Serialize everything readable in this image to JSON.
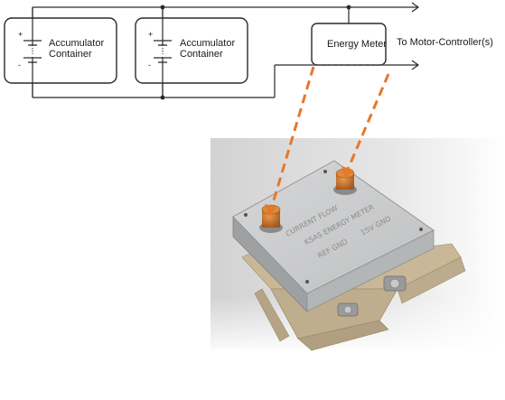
{
  "schematic": {
    "container_left": {
      "line1": "Accumulator",
      "line2": "Container",
      "plus": "+",
      "minus": "-"
    },
    "container_right": {
      "line1": "Accumulator",
      "line2": "Container",
      "plus": "+",
      "minus": "-"
    },
    "energy_meter_label": "Energy Meter",
    "output_label": "To Motor-Controller(s)"
  },
  "device": {
    "engraving_lines": [
      "CURRENT FLOW",
      "KSAS ENERGY METER",
      "REF GND",
      "15V GND"
    ],
    "arrow_colors": {
      "dashed_link": "#e8772a"
    },
    "colors": {
      "wire": "#2a2a2a",
      "lid_top": "#c9cacb",
      "lid_side": "#a9aaab",
      "base": "#c8b89c",
      "terminal": "#c46a1c",
      "render_bg": "#d9d9d9"
    }
  }
}
